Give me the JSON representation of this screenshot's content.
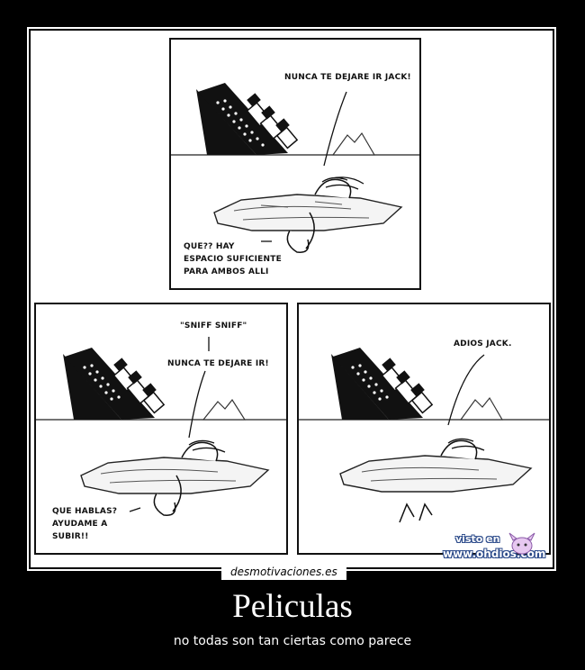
{
  "comic": {
    "panel1": {
      "rose_speech": "NUNCA TE DEJARE IR JACK!",
      "jack_speech": [
        "QUE?? HAY",
        "ESPACIO SUFICIENTE",
        "PARA AMBOS ALLI"
      ]
    },
    "panel2": {
      "rose_sound": "\"SNIFF SNIFF\"",
      "rose_speech": "NUNCA TE DEJARE IR!",
      "jack_speech": [
        "QUE HABLAS?",
        "AYUDAME A",
        "SUBIR!!"
      ]
    },
    "panel3": {
      "rose_speech": "ADIOS JACK."
    }
  },
  "watermark": {
    "visto": "visto en",
    "site": "www.ohdios.com"
  },
  "poster": {
    "site_label": "desmotivaciones.es",
    "title": "Peliculas",
    "subtitle": "no todas son tan ciertas como parece"
  }
}
